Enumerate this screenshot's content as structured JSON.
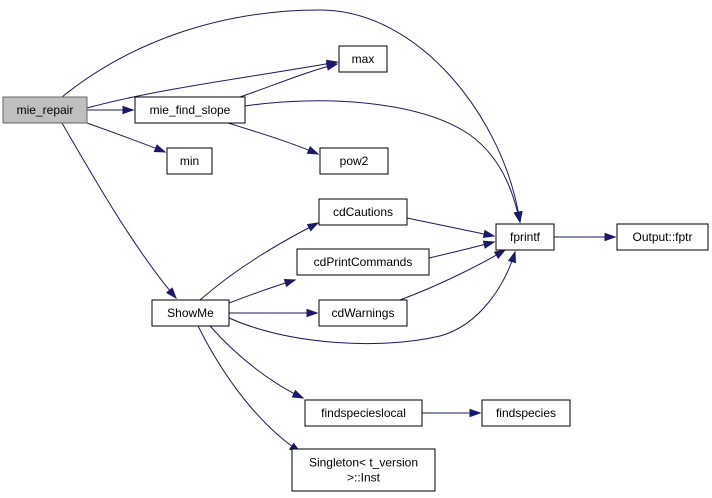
{
  "diagram": {
    "type": "call-graph",
    "nodes": [
      {
        "id": "mie_repair",
        "lines": [
          "mie_repair"
        ],
        "root": true
      },
      {
        "id": "mie_find_slope",
        "lines": [
          "mie_find_slope"
        ]
      },
      {
        "id": "max",
        "lines": [
          "max"
        ]
      },
      {
        "id": "min",
        "lines": [
          "min"
        ]
      },
      {
        "id": "pow2",
        "lines": [
          "pow2"
        ]
      },
      {
        "id": "fprintf",
        "lines": [
          "fprintf"
        ]
      },
      {
        "id": "Output_fptr",
        "lines": [
          "Output::fptr"
        ]
      },
      {
        "id": "ShowMe",
        "lines": [
          "ShowMe"
        ]
      },
      {
        "id": "cdCautions",
        "lines": [
          "cdCautions"
        ]
      },
      {
        "id": "cdPrintCommands",
        "lines": [
          "cdPrintCommands"
        ]
      },
      {
        "id": "cdWarnings",
        "lines": [
          "cdWarnings"
        ]
      },
      {
        "id": "findspecieslocal",
        "lines": [
          "findspecieslocal"
        ]
      },
      {
        "id": "findspecies",
        "lines": [
          "findspecies"
        ]
      },
      {
        "id": "Singleton_Inst",
        "lines": [
          "Singleton< t_version",
          ">::Inst"
        ]
      }
    ],
    "edges": [
      {
        "from": "mie_repair",
        "to": "fprintf"
      },
      {
        "from": "mie_repair",
        "to": "max"
      },
      {
        "from": "mie_repair",
        "to": "mie_find_slope"
      },
      {
        "from": "mie_repair",
        "to": "min"
      },
      {
        "from": "mie_repair",
        "to": "ShowMe"
      },
      {
        "from": "mie_find_slope",
        "to": "max"
      },
      {
        "from": "mie_find_slope",
        "to": "fprintf"
      },
      {
        "from": "mie_find_slope",
        "to": "pow2"
      },
      {
        "from": "cdCautions",
        "to": "fprintf"
      },
      {
        "from": "cdPrintCommands",
        "to": "fprintf"
      },
      {
        "from": "cdWarnings",
        "to": "fprintf"
      },
      {
        "from": "fprintf",
        "to": "Output_fptr"
      },
      {
        "from": "ShowMe",
        "to": "cdCautions"
      },
      {
        "from": "ShowMe",
        "to": "cdPrintCommands"
      },
      {
        "from": "ShowMe",
        "to": "cdWarnings"
      },
      {
        "from": "ShowMe",
        "to": "fprintf"
      },
      {
        "from": "ShowMe",
        "to": "findspecieslocal"
      },
      {
        "from": "ShowMe",
        "to": "Singleton_Inst"
      },
      {
        "from": "findspecieslocal",
        "to": "findspecies"
      }
    ]
  },
  "colors": {
    "edge": "#191970",
    "root_fill": "#bfbfbf",
    "node_fill": "#ffffff",
    "node_border": "#000000"
  }
}
